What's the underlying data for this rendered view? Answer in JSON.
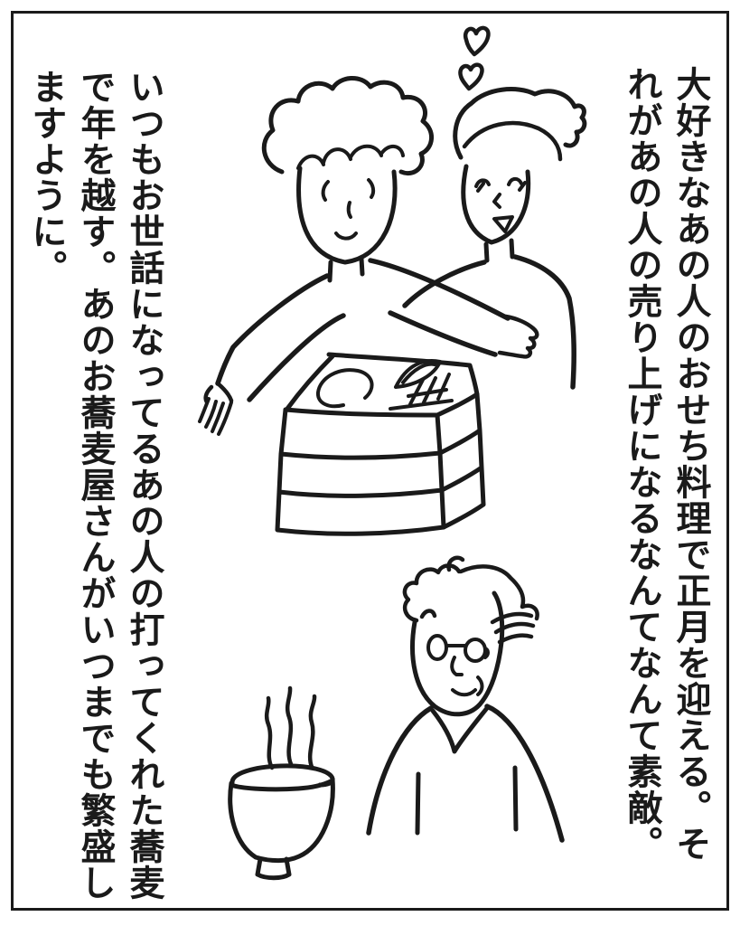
{
  "panel": {
    "background_color": "#ffffff",
    "ink_color": "#1a1a1a",
    "kind": "hand-drawn comic panel"
  },
  "right_text": {
    "columns": [
      "大好きなあの人のおせち料理で正月を迎える。そ",
      "れがあの人の売り上げになるなんてなんて素敵。"
    ]
  },
  "left_text": {
    "columns": [
      "いつもお世話になってるあの人の打ってくれた蕎麦",
      "で年を越す。あのお蕎麦屋さんがいつまでも繁盛し",
      "ますように。"
    ]
  },
  "illustrations": {
    "top_scene": "couple admiring stacked osechi boxes with hearts",
    "bottom_scene": "elderly soba shop owner beside steaming bowl"
  }
}
